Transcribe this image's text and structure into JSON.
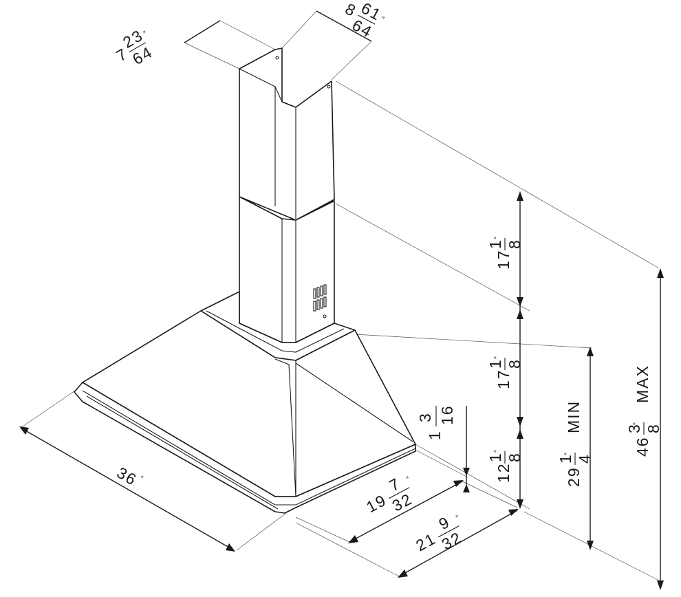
{
  "dimensions": {
    "duct_width": {
      "whole": "7",
      "num": "23",
      "den": "64",
      "unit": "″"
    },
    "duct_depth": {
      "whole": "8",
      "num": "61",
      "den": "64",
      "unit": "″"
    },
    "upper_duct_height": {
      "whole": "17",
      "num": "1",
      "den": "8",
      "unit": "″"
    },
    "lower_duct_height": {
      "whole": "17",
      "num": "1",
      "den": "8",
      "unit": "″"
    },
    "canopy_height": {
      "whole": "12",
      "num": "1",
      "den": "8",
      "unit": "″"
    },
    "rim_height": {
      "whole": "1",
      "num": "3",
      "den": "16",
      "unit": "″"
    },
    "min_height": {
      "whole": "29",
      "num": "1",
      "den": "4",
      "unit": "″",
      "label": "MIN"
    },
    "max_height": {
      "whole": "46",
      "num": "3",
      "den": "8",
      "unit": "″",
      "label": "MAX"
    },
    "width": {
      "text": "36",
      "unit": "″"
    },
    "inner_depth": {
      "whole": "19",
      "num": "7",
      "den": "32",
      "unit": "″"
    },
    "outer_depth": {
      "whole": "21",
      "num": "9",
      "den": "32",
      "unit": "″"
    }
  }
}
